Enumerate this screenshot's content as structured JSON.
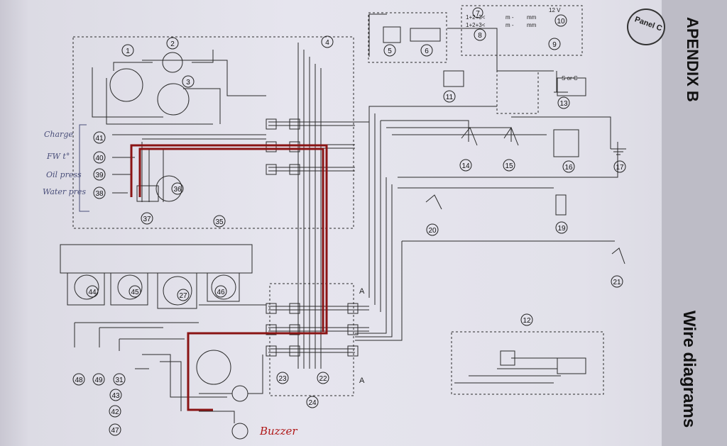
{
  "header": {
    "appendix": "APENDIX B",
    "section": "Wire diagrams",
    "panel": "Panel C"
  },
  "handwriting": {
    "charge": "Charge",
    "fw": "FW t°",
    "oilpress": "Oil press",
    "waterpress": "Water pres",
    "buzzer": "Buzzer"
  },
  "legend": {
    "row1": "1+2+3<",
    "row2": "1+2+3<",
    "m1": "m -",
    "m2": "m -",
    "mm1": "mm",
    "mm2": "mm",
    "volt": "12 V",
    "soc": "S or C"
  },
  "components": [
    {
      "id": "c1",
      "n": "1"
    },
    {
      "id": "c2",
      "n": "2"
    },
    {
      "id": "c3",
      "n": "3"
    },
    {
      "id": "c4",
      "n": "4"
    },
    {
      "id": "c5",
      "n": "5"
    },
    {
      "id": "c6",
      "n": "6"
    },
    {
      "id": "c7",
      "n": "7"
    },
    {
      "id": "c8",
      "n": "8"
    },
    {
      "id": "c9",
      "n": "9"
    },
    {
      "id": "c10",
      "n": "10"
    },
    {
      "id": "c11",
      "n": "11"
    },
    {
      "id": "c12",
      "n": "12"
    },
    {
      "id": "c13",
      "n": "13"
    },
    {
      "id": "c14",
      "n": "14"
    },
    {
      "id": "c15",
      "n": "15"
    },
    {
      "id": "c16",
      "n": "16"
    },
    {
      "id": "c17",
      "n": "17"
    },
    {
      "id": "c19",
      "n": "19"
    },
    {
      "id": "c20",
      "n": "20"
    },
    {
      "id": "c21",
      "n": "21"
    },
    {
      "id": "c22",
      "n": "22"
    },
    {
      "id": "c23",
      "n": "23"
    },
    {
      "id": "c24",
      "n": "24"
    },
    {
      "id": "c27",
      "n": "27"
    },
    {
      "id": "c31",
      "n": "31"
    },
    {
      "id": "c35",
      "n": "35"
    },
    {
      "id": "c36",
      "n": "36"
    },
    {
      "id": "c37",
      "n": "37"
    },
    {
      "id": "c38",
      "n": "38"
    },
    {
      "id": "c39",
      "n": "39"
    },
    {
      "id": "c40",
      "n": "40"
    },
    {
      "id": "c41",
      "n": "41"
    },
    {
      "id": "c42",
      "n": "42"
    },
    {
      "id": "c43",
      "n": "43"
    },
    {
      "id": "c44",
      "n": "44"
    },
    {
      "id": "c45",
      "n": "45"
    },
    {
      "id": "c46",
      "n": "46"
    },
    {
      "id": "c47",
      "n": "47"
    },
    {
      "id": "c48",
      "n": "48"
    },
    {
      "id": "c49",
      "n": "49"
    }
  ],
  "section_marks": {
    "a_top": "A",
    "a_bottom": "A"
  },
  "colors": {
    "wire": "#2a2a2a",
    "hand_red": "#b01818",
    "hand_blue": "#4a4f7a",
    "paper": "#e3e2eb"
  }
}
